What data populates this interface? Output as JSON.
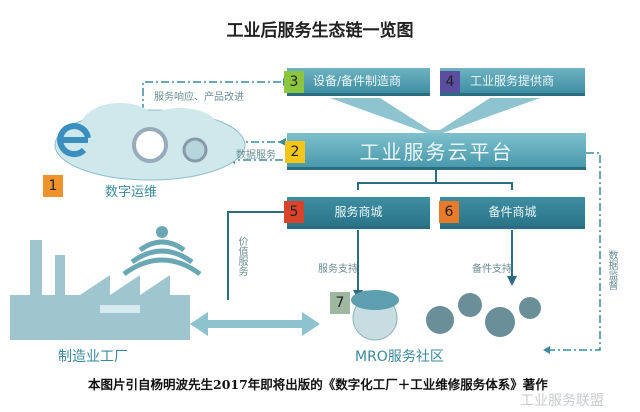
{
  "title": "工业后服务生态链一览图",
  "nodes": {
    "n1": {
      "num": "1",
      "label": "数字运维",
      "color": "#f0922a"
    },
    "n2": {
      "num": "2",
      "label": "工业服务云平台",
      "color": "#f5c518"
    },
    "n3": {
      "num": "3",
      "label": "设备/备件制造商",
      "color": "#8cc63f"
    },
    "n4": {
      "num": "4",
      "label": "工业服务提供商",
      "color": "#5b4ea0"
    },
    "n5": {
      "num": "5",
      "label": "服务商城",
      "color": "#d9432a"
    },
    "n6": {
      "num": "6",
      "label": "备件商城",
      "color": "#e87a2a"
    },
    "n7": {
      "num": "7",
      "label": "MRO服务社区",
      "color": "#9fb8a0"
    },
    "factory": {
      "label": "制造业工厂"
    }
  },
  "edges": {
    "feedback": "服务响应、产品改进",
    "data_service": "数据服务",
    "value_service": "价值服务",
    "service_support": "服务支持",
    "parts_support": "备件支持",
    "data_monitor": "数据监督"
  },
  "footer": "本图片引自杨明波先生2017年即将出版的《数字化工厂＋工业维修服务体系》著作",
  "watermark": "工业服务联盟"
}
